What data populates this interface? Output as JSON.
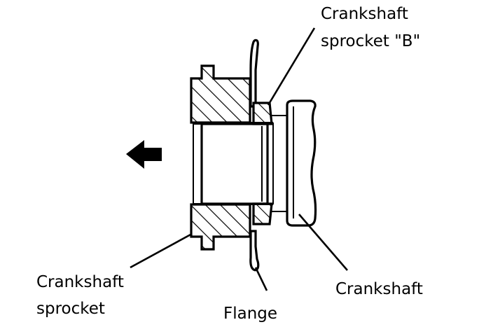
{
  "diagram": {
    "title": "Crankshaft sprocket removal cross-section",
    "background_color": "#ffffff",
    "line_color": "#000000",
    "labels": {
      "sprocket_b_line1": "Crankshaft",
      "sprocket_b_line2": "sprocket \"B\"",
      "sprocket_line1": "Crankshaft",
      "sprocket_line2": "sprocket",
      "flange": "Flange",
      "crankshaft": "Crankshaft"
    },
    "annotations": {
      "direction_arrow": "left-pointing-removal-arrow"
    },
    "parts": [
      {
        "name": "crankshaft-sprocket",
        "label": "Crankshaft sprocket",
        "section": "hatched"
      },
      {
        "name": "crankshaft-sprocket-b",
        "label": "Crankshaft sprocket \"B\"",
        "section": "hatched"
      },
      {
        "name": "flange",
        "label": "Flange",
        "section": "outline"
      },
      {
        "name": "crankshaft",
        "label": "Crankshaft",
        "section": "outline"
      }
    ]
  }
}
